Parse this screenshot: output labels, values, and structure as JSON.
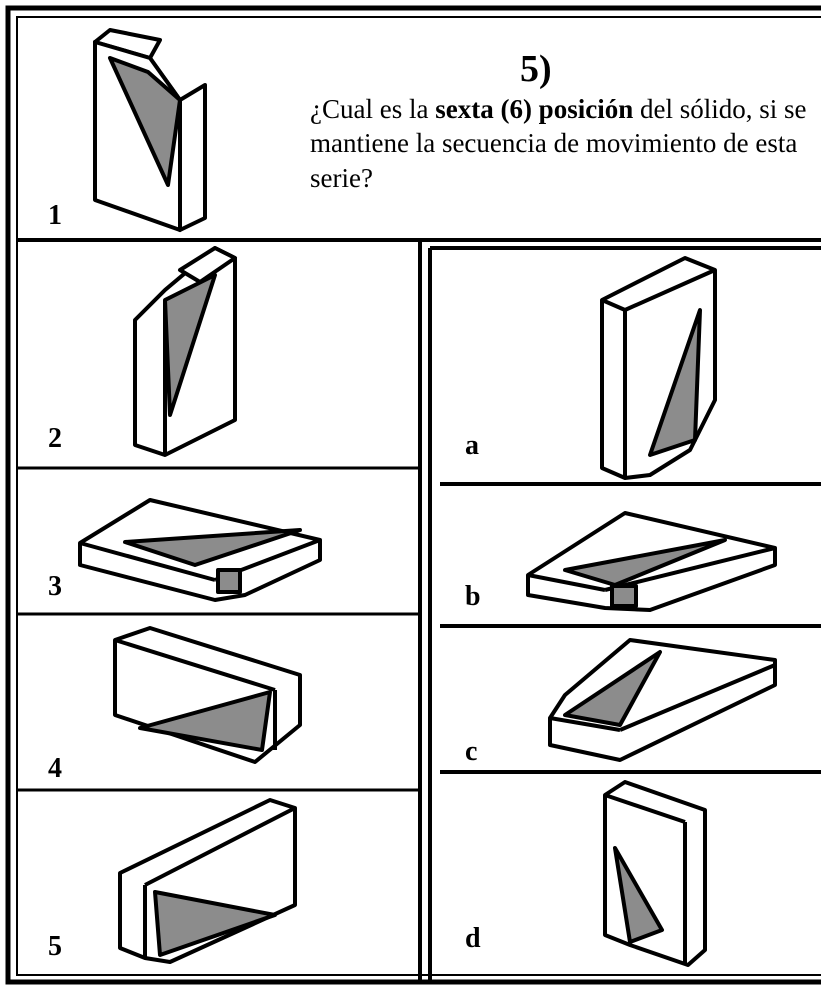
{
  "question": {
    "number": "5)",
    "text_before": "¿Cual es la ",
    "text_bold": "sexta (6) posición",
    "text_after": " del sólido, si se mantiene la secuencia de movimiento de esta serie?"
  },
  "series_labels": [
    "1",
    "2",
    "3",
    "4",
    "5"
  ],
  "option_labels": [
    "a",
    "b",
    "c",
    "d"
  ],
  "colors": {
    "line": "#000000",
    "face": "#ffffff",
    "shade": "#8c8c8c"
  }
}
